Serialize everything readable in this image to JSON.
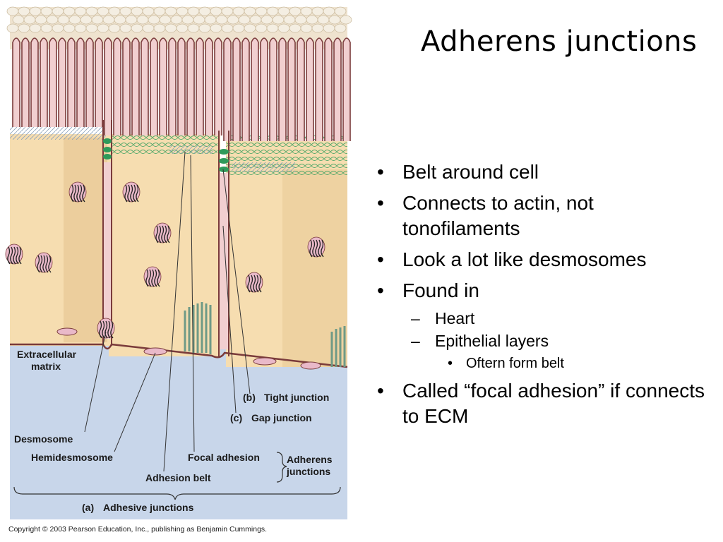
{
  "slide": {
    "title": "Adherens junctions",
    "bullets": [
      {
        "level": 1,
        "marker": "•",
        "text": "Belt around cell"
      },
      {
        "level": 1,
        "marker": "•",
        "text": "Connects to actin, not tonofilaments"
      },
      {
        "level": 1,
        "marker": "•",
        "text": "Look a lot like desmosomes"
      },
      {
        "level": 1,
        "marker": "•",
        "text": "Found in"
      },
      {
        "level": 2,
        "marker": "–",
        "text": "Heart"
      },
      {
        "level": 2,
        "marker": "–",
        "text": "Epithelial layers"
      },
      {
        "level": 3,
        "marker": "•",
        "text": "Oftern form belt"
      },
      {
        "level": 1,
        "marker": "•",
        "text": "Called “focal adhesion” if connects to ECM"
      }
    ]
  },
  "figure": {
    "labels": {
      "extracellular_matrix_1": "Extracellular",
      "extracellular_matrix_2": "matrix",
      "tight_junction_tag": "(b)",
      "tight_junction": "Tight junction",
      "gap_junction_tag": "(c)",
      "gap_junction": "Gap junction",
      "desmosome": "Desmosome",
      "hemidesmosome": "Hemidesmosome",
      "focal_adhesion": "Focal adhesion",
      "adhesion_belt": "Adhesion belt",
      "adherens_junctions_1": "Adherens",
      "adherens_junctions_2": "junctions",
      "adhesive_junctions_tag": "(a)",
      "adhesive_junctions": "Adhesive junctions"
    },
    "colors": {
      "cell_interior": "#f6ddb0",
      "membrane": "#7a3b3b",
      "microvilli_fill": "#f1cfd0",
      "ecm": "#c8d6ea",
      "desmosome_pink": "#e9b9c9",
      "junction_green": "#2e9a5a"
    }
  },
  "copyright": "Copyright © 2003 Pearson Education, Inc., publishing as Benjamin Cummings."
}
